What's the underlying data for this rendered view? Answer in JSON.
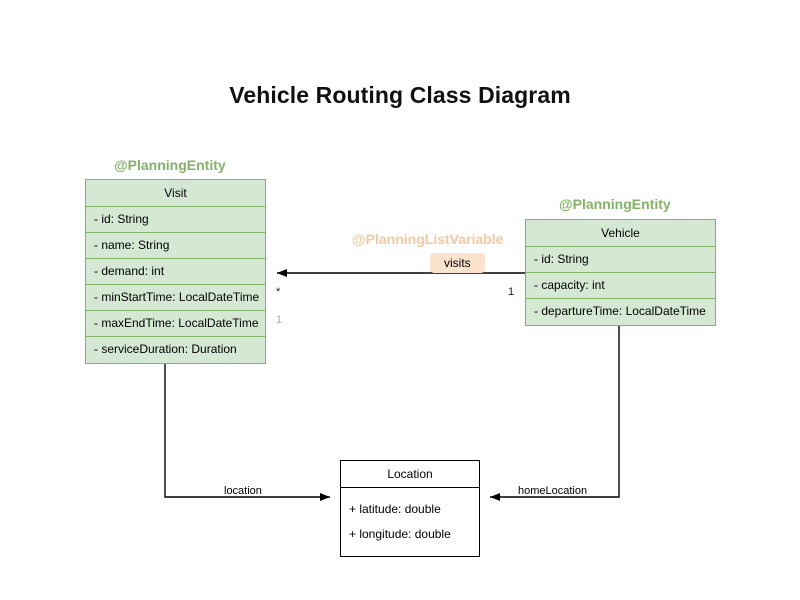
{
  "page": {
    "title": "Vehicle Routing Class Diagram",
    "background": "#ffffff"
  },
  "colors": {
    "entity_fill": "#d5e8d4",
    "entity_stroke": "#82b366",
    "plain_fill": "#ffffff",
    "plain_stroke": "#000000",
    "annotation_entity": "#82b366",
    "annotation_listvariable": "#f5c9a0",
    "badge_fill": "#fae2cd",
    "multiplicity_lilac": "#b39ddb",
    "edge_stroke": "#000000"
  },
  "classes": [
    {
      "id": "visit",
      "name": "Visit",
      "annotation": "@PlanningEntity",
      "style": "entity",
      "attributes": [
        "- id: String",
        "- name: String",
        "- demand: int",
        "- minStartTime: LocalDateTime",
        "- maxEndTime: LocalDateTime",
        "- serviceDuration: Duration"
      ]
    },
    {
      "id": "vehicle",
      "name": "Vehicle",
      "annotation": "@PlanningEntity",
      "style": "entity",
      "attributes": [
        "- id: String",
        "- capacity: int",
        "- departureTime: LocalDateTime"
      ]
    },
    {
      "id": "location",
      "name": "Location",
      "annotation": "",
      "style": "plain",
      "attributes": [
        "+ latitude: double",
        "+ longitude: double"
      ]
    }
  ],
  "relationships": [
    {
      "id": "vehicle-visits",
      "label": "visits",
      "annotation": "@PlanningListVariable",
      "source": "vehicle",
      "target": "visit",
      "source_multiplicity": "1",
      "target_multiplicity": "*",
      "extra_multiplicity": "1"
    },
    {
      "id": "visit-location",
      "label": "location",
      "source": "visit",
      "target": "location"
    },
    {
      "id": "vehicle-homelocation",
      "label": "homeLocation",
      "source": "vehicle",
      "target": "location"
    }
  ]
}
